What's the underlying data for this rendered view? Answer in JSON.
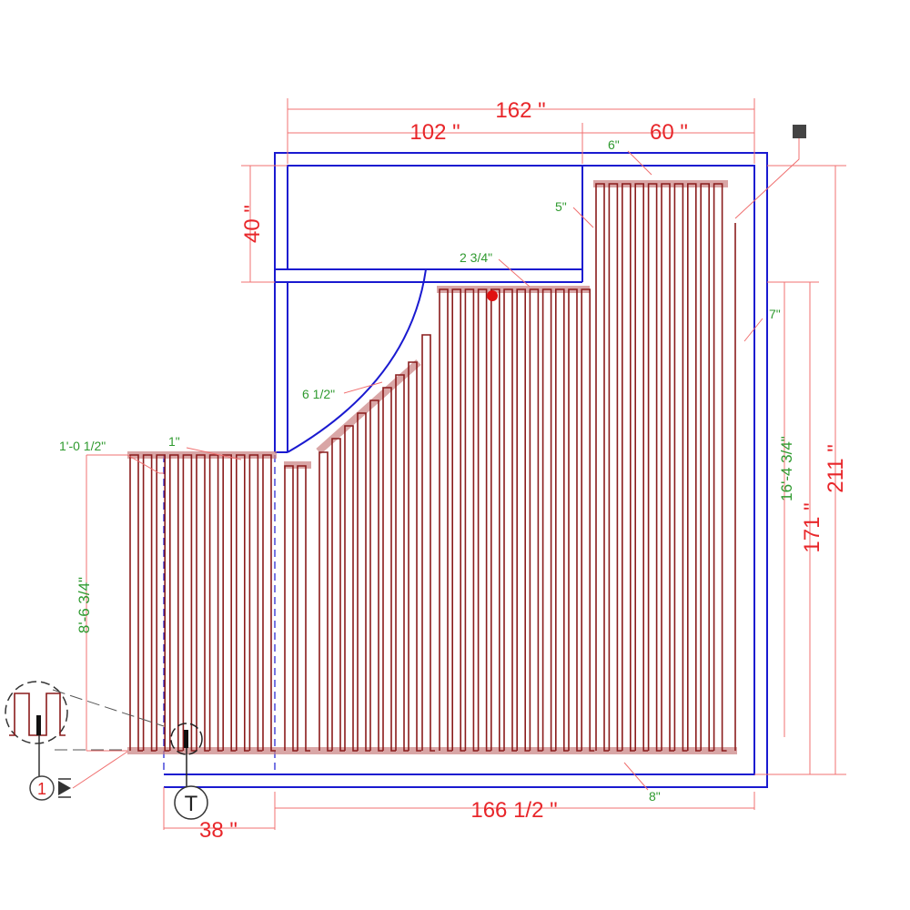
{
  "dimensions": {
    "total_width": "162 \"",
    "closet_width": "102 \"",
    "right_width": "60 \"",
    "closet_depth": "40 \"",
    "total_height": "211 \"",
    "right_height": "171 \"",
    "bottom_width": "166 1/2 \"",
    "left_width": "38 \""
  },
  "loop_labels": {
    "top_right_spacing": "6\"",
    "top_right_offset": "5\"",
    "center_offset": "2 3/4\"",
    "right_offset": "7\"",
    "diagonal_offset": "6 1/2\"",
    "left_top_offset": "1\"",
    "left_edge_offset": "1'-0 1/2\"",
    "left_length": "8'-6 3/4\"",
    "right_length": "16'-4 3/4\"",
    "bottom_offset": "8\""
  },
  "markers": {
    "circuit_number": "1",
    "thermostat_label": "T"
  },
  "colors": {
    "wall": "#1a1ad0",
    "pipe": "#8a1c1c",
    "dimension": "#e8262a",
    "label": "#2f9a2f"
  }
}
